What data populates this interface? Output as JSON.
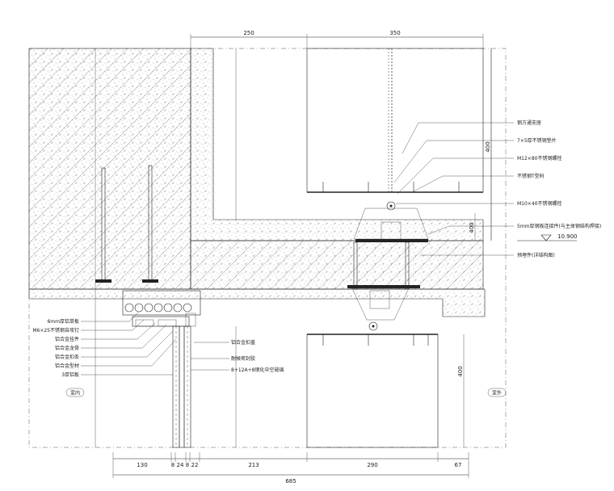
{
  "dimensions": {
    "top": [
      "250",
      "350"
    ],
    "bottom": [
      "130",
      "8",
      "24",
      "8",
      "22",
      "213",
      "290",
      "67"
    ],
    "bottom_total": "685",
    "right_vertical": "400",
    "center_vertical_upper": "400",
    "center_vertical_lower": "400"
  },
  "elevation": "10.900",
  "callouts_right": [
    "钢方通支座",
    "7×5厚不锈钢垫片",
    "M12×80不锈钢螺栓",
    "不锈钢T型码",
    "M10×40不锈钢螺栓",
    "5mm厚钢板连接件(与主体钢结构焊接)",
    "预埋件(详结构图)"
  ],
  "callouts_left": [
    "6mm厚铝单板",
    "M6×25不锈钢自攻钉",
    "铝合金挂件",
    "铝合金龙骨",
    "铝合金扣条",
    "铝合金型材",
    "3厚铝板"
  ],
  "callouts_center": [
    "铝合金扣盖",
    "耐候密封胶",
    "8+12A+8钢化中空玻璃"
  ],
  "tags": [
    "室内",
    "室外"
  ]
}
